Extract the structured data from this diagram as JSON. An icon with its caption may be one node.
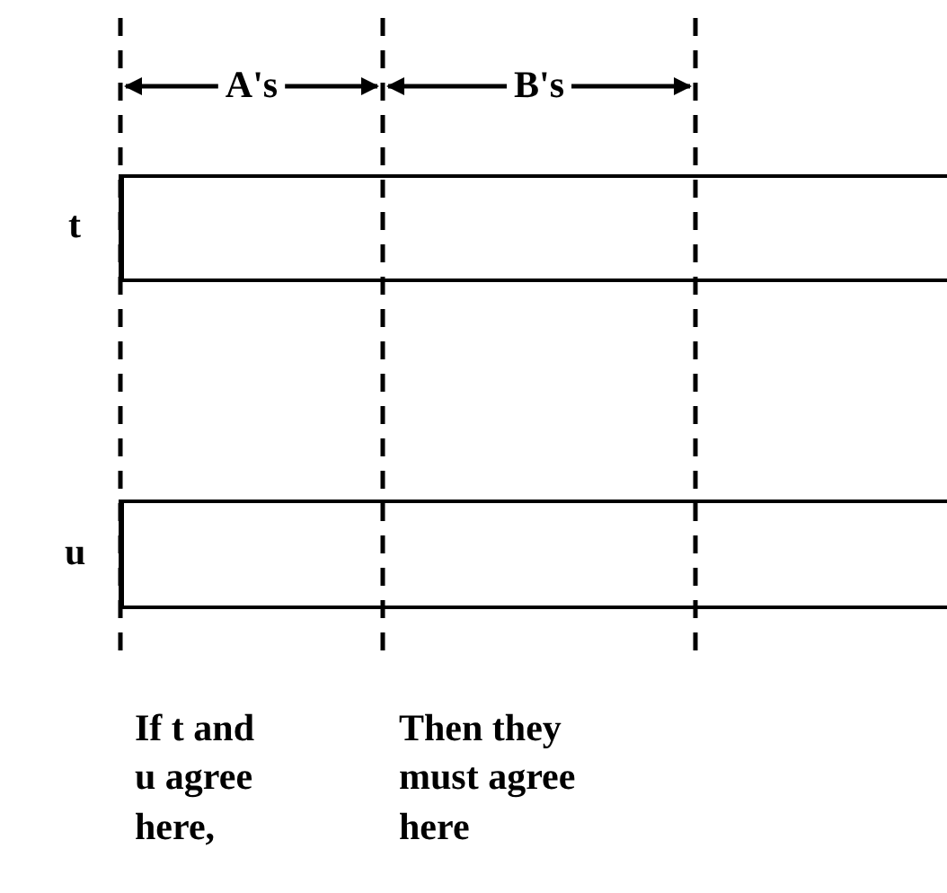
{
  "diagram": {
    "nodes": [
      {
        "text": [],
        "shape": "bar",
        "beside": [
          "t"
        ]
      },
      {
        "text": [],
        "shape": "bar",
        "beside": [
          "u"
        ]
      }
    ],
    "labels": [
      "A's",
      "B's",
      "If t and u agree here,",
      "Then they must agree here"
    ]
  }
}
